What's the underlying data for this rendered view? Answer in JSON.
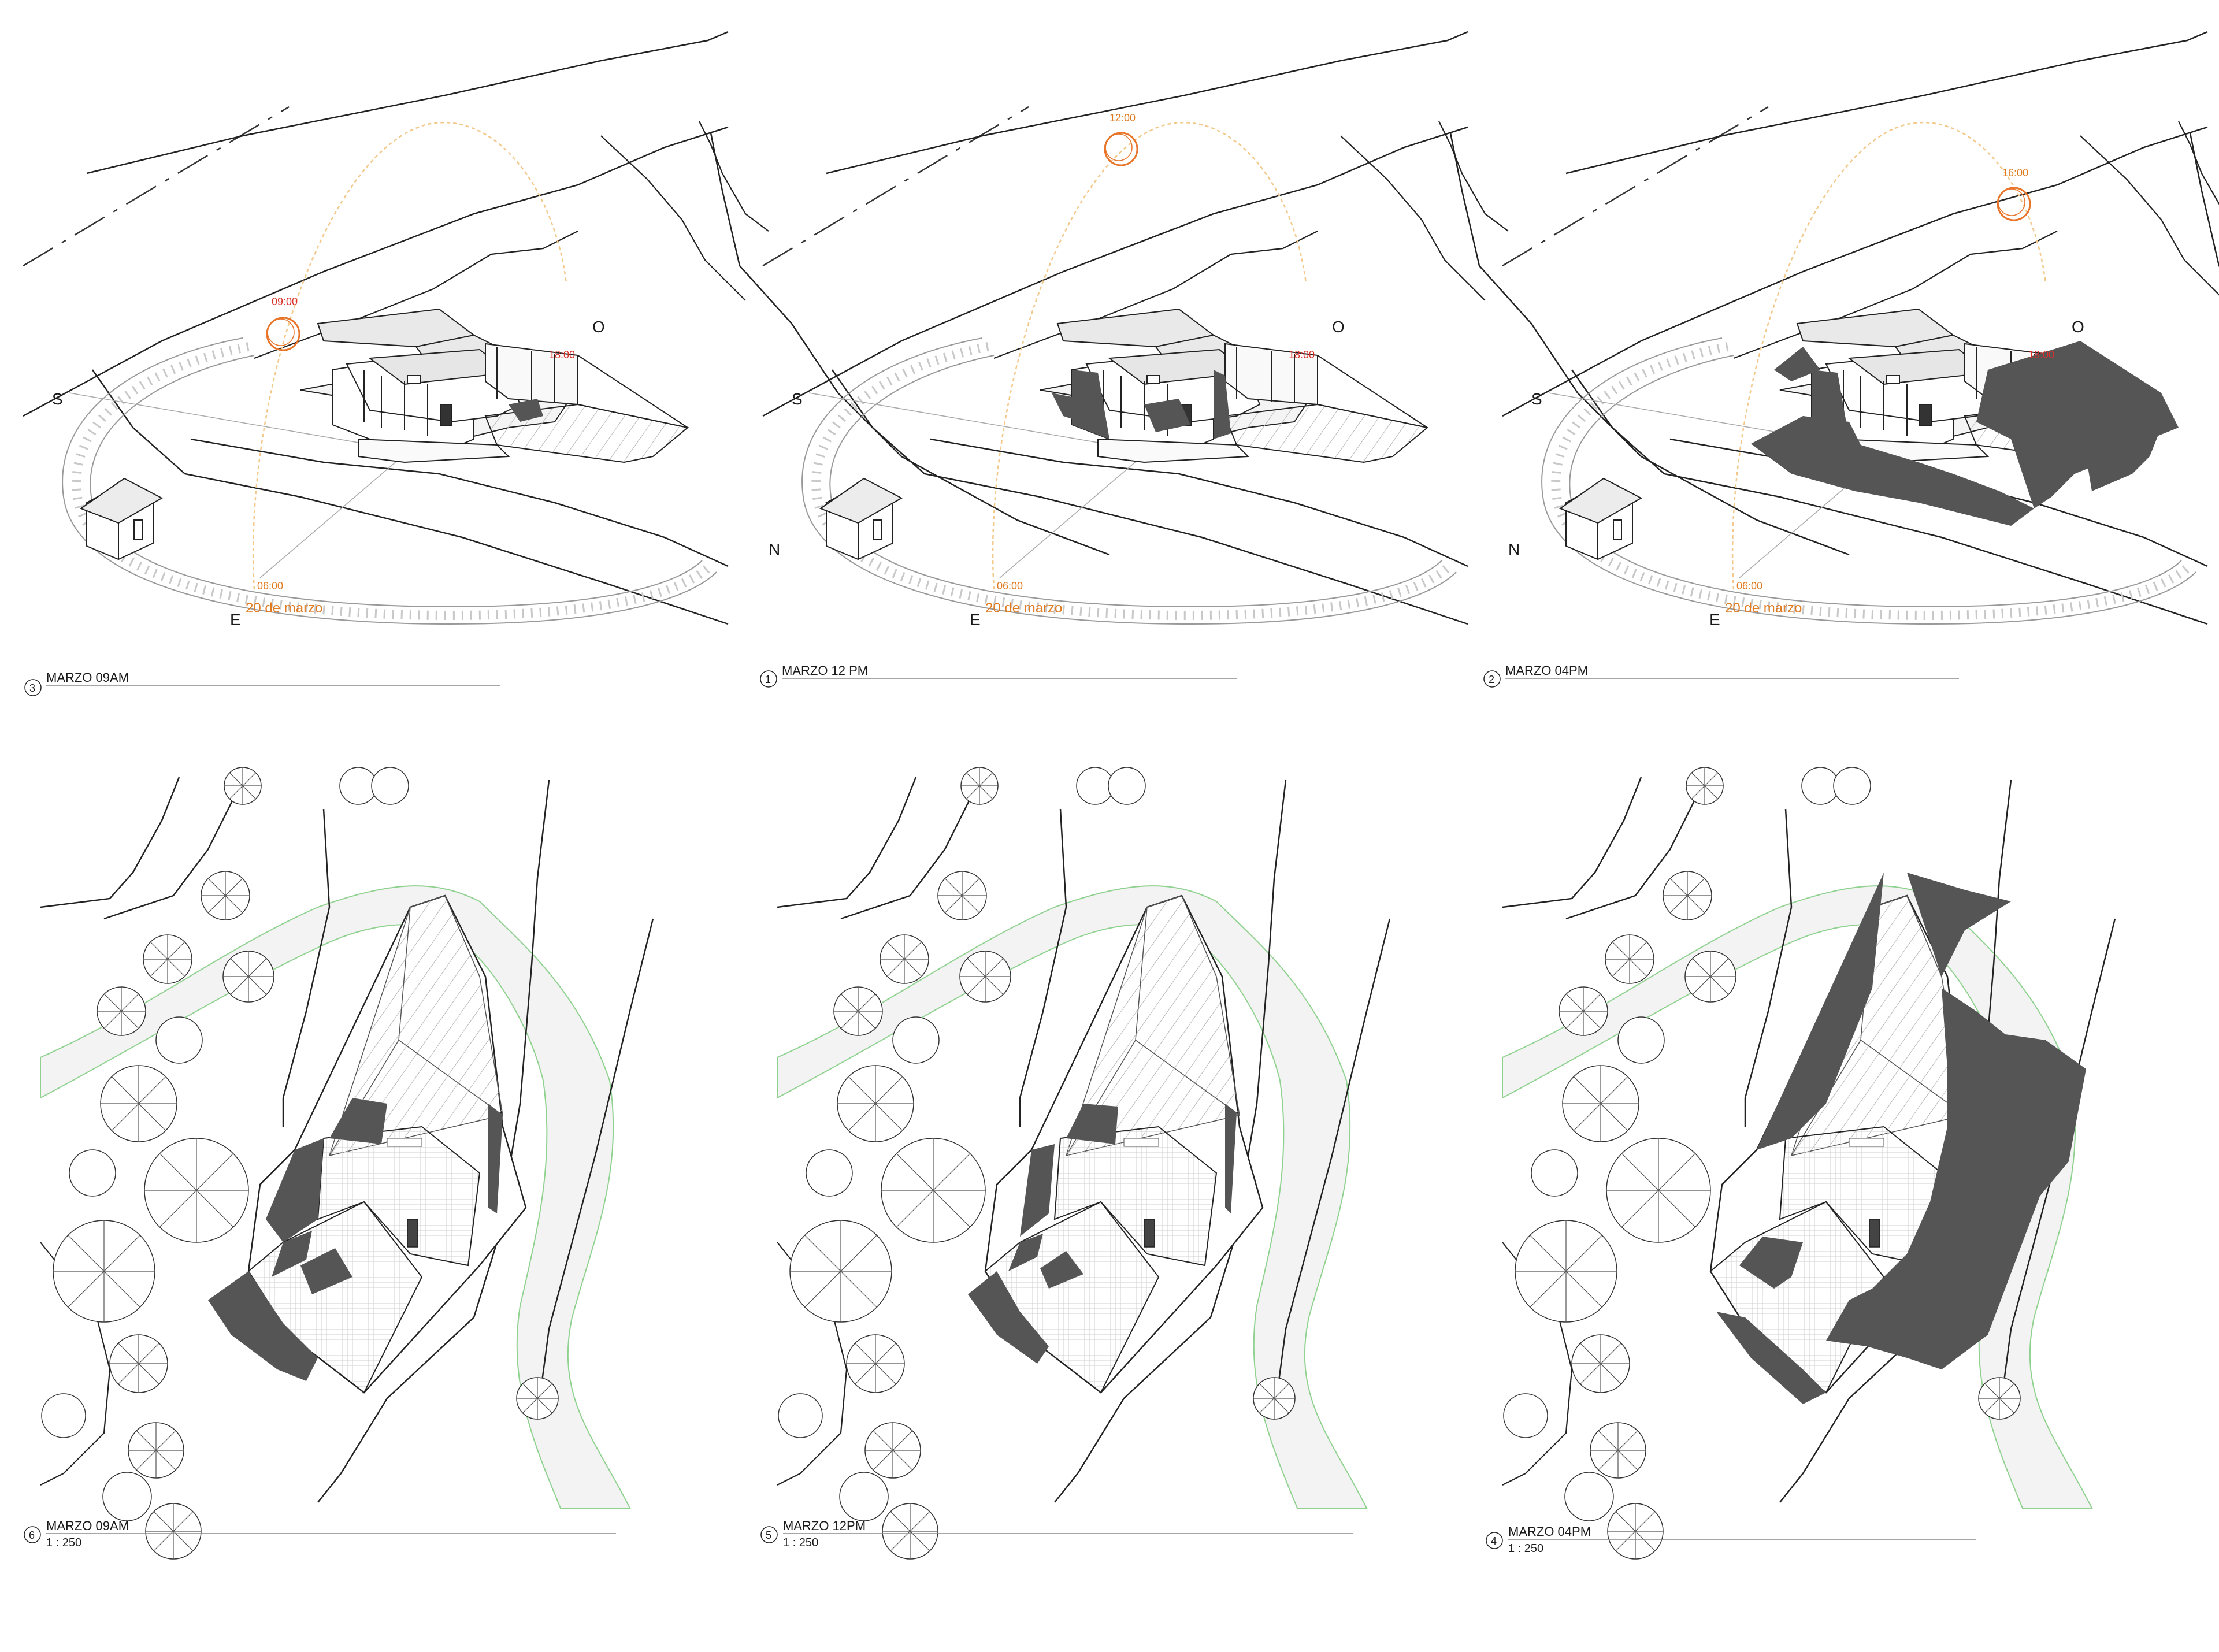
{
  "views": [
    {
      "id": "view-3",
      "number": "3",
      "title": "MARZO 09AM",
      "type": "isometric",
      "sun_label": "09:00",
      "sunrise_label": "06:00",
      "sunset_label": "18:00",
      "date_label": "20 de marzo",
      "dirs": {
        "s": "S",
        "e": "E",
        "o": "O",
        "n": ""
      }
    },
    {
      "id": "view-1",
      "number": "1",
      "title": "MARZO 12 PM",
      "type": "isometric",
      "sun_label": "12:00",
      "sunrise_label": "06:00",
      "sunset_label": "18:00",
      "date_label": "20 de marzo",
      "dirs": {
        "s": "S",
        "e": "E",
        "o": "O",
        "n": "N"
      }
    },
    {
      "id": "view-2",
      "number": "2",
      "title": "MARZO 04PM",
      "type": "isometric",
      "sun_label": "16:00",
      "sunrise_label": "06:00",
      "sunset_label": "18:00",
      "date_label": "20 de marzo",
      "dirs": {
        "s": "S",
        "e": "E",
        "o": "O",
        "n": "N"
      }
    },
    {
      "id": "view-6",
      "number": "6",
      "title": "MARZO 09AM",
      "scale": "1 : 250",
      "type": "plan"
    },
    {
      "id": "view-5",
      "number": "5",
      "title": "MARZO 12PM",
      "scale": "1 : 250",
      "type": "plan"
    },
    {
      "id": "view-4",
      "number": "4",
      "title": "MARZO 04PM",
      "scale": "1 : 250",
      "type": "plan"
    }
  ],
  "colors": {
    "sun_path": "#f2c98a",
    "sun": "#e8752a",
    "label_orange": "#e07b20",
    "label_red": "#d9302a",
    "shadow": "#555555",
    "line": "#1a1a1a",
    "road_edge": "#8fd18f",
    "road_fill": "#f2f3f2"
  }
}
